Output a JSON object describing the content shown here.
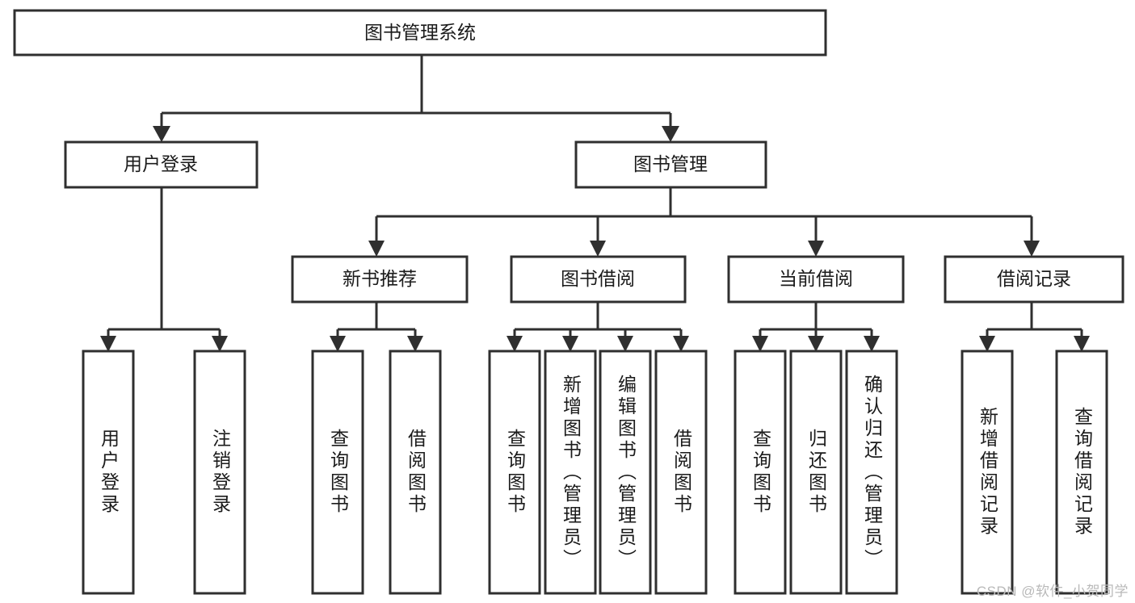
{
  "diagram": {
    "title": "图书管理系统",
    "type": "hierarchy-tree",
    "watermark": "CSDN @软件_小贺同学",
    "colors": {
      "box_stroke": "#2f2f2f",
      "box_fill": "#ffffff",
      "text": "#1b1b1b",
      "connector": "#2f2f2f",
      "watermark": "#b9b9b9",
      "background": "#ffffff"
    },
    "levels": {
      "root": {
        "label": "图书管理系统"
      },
      "level2": [
        {
          "label": "用户登录"
        },
        {
          "label": "图书管理"
        }
      ],
      "level3": [
        {
          "label": "新书推荐",
          "parent": "图书管理"
        },
        {
          "label": "图书借阅",
          "parent": "图书管理"
        },
        {
          "label": "当前借阅",
          "parent": "图书管理"
        },
        {
          "label": "借阅记录",
          "parent": "图书管理"
        }
      ],
      "leaves": [
        {
          "label": "用户登录",
          "parent": "用户登录"
        },
        {
          "label": "注销登录",
          "parent": "用户登录"
        },
        {
          "label": "查询图书",
          "parent": "新书推荐"
        },
        {
          "label": "借阅图书",
          "parent": "新书推荐"
        },
        {
          "label": "查询图书",
          "parent": "图书借阅"
        },
        {
          "label": "新增图书（管理员）",
          "parent": "图书借阅"
        },
        {
          "label": "编辑图书（管理员）",
          "parent": "图书借阅"
        },
        {
          "label": "借阅图书",
          "parent": "图书借阅"
        },
        {
          "label": "查询图书",
          "parent": "当前借阅"
        },
        {
          "label": "归还图书",
          "parent": "当前借阅"
        },
        {
          "label": "确认归还（管理员）",
          "parent": "当前借阅"
        },
        {
          "label": "新增借阅记录",
          "parent": "借阅记录"
        },
        {
          "label": "查询借阅记录",
          "parent": "借阅记录"
        }
      ]
    }
  }
}
